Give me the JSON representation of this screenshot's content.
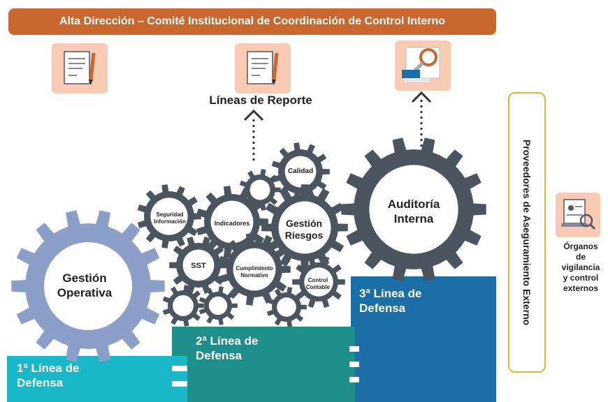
{
  "header": {
    "title": "Alta Dirección – Comité Institucional de Coordinación de Control Interno"
  },
  "icons": {
    "doc1": "document-pen-icon",
    "doc2": "document-pen-icon",
    "audit": "magnifier-document-icon",
    "ext": "computer-inspection-icon"
  },
  "reporting": {
    "label": "Líneas de Reporte"
  },
  "gears": {
    "gestion_operativa": [
      "Gestión",
      "Operativa"
    ],
    "auditoria_interna": [
      "Auditoría",
      "Interna"
    ],
    "gestion_riesgos": [
      "Gestión",
      "Riesgos"
    ],
    "calidad": "Calidad",
    "seguridad_informacion": [
      "Seguridad",
      "Información"
    ],
    "indicadores": "Indicadores",
    "sst": "SST",
    "cumplimiento_normativo": [
      "Cumplimiento",
      "Normativo"
    ],
    "control_contable": [
      "Control",
      "Contable"
    ]
  },
  "lines": {
    "first": [
      "1ª Línea de",
      "Defensa"
    ],
    "second": [
      "2ª Línea de",
      "Defensa"
    ],
    "third": [
      "3ª Línea de",
      "Defensa"
    ]
  },
  "external_assurance": {
    "label": "Proveedores de Aseguramiento Externo"
  },
  "external_bodies": {
    "label": [
      "Órganos",
      "de",
      "vigilancia",
      "y control",
      "externos"
    ]
  },
  "colors": {
    "banner": "#c9672e",
    "icon_bg": "#f7cbb4",
    "gear_blue": "#8b9fc9",
    "gear_dark": "#4b5560",
    "first_line": "#1ab7c8",
    "second_line": "#1e8f8a",
    "third_line": "#1c6fa6",
    "box_border": "#d8b63a"
  }
}
